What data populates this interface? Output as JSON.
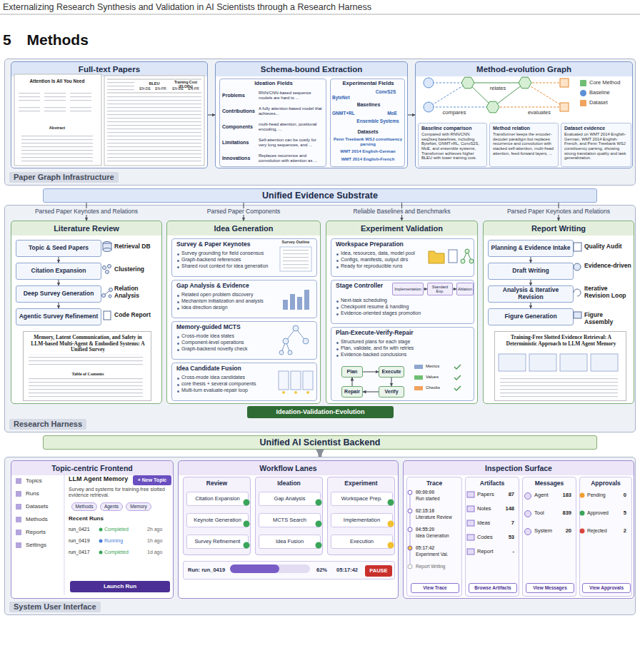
{
  "diagram": {
    "title": "5 Methods",
    "nodes": [
      {
        "text": [
          "Paper Graph Infrastructure"
        ]
      },
      {
        "text": [
          "Full-text Papers"
        ],
        "in": 0
      },
      {
        "text": [
          "Schema-bound Extraction"
        ],
        "in": 0
      },
      {
        "text": [
          "Ideation Fields",
          "Problems",
          "RNN/CNN-based sequence models are hard to ...",
          "Contributions",
          "A fully attention-based model that achieves...",
          "Components",
          "multi-head attention, positional encoding, ...",
          "Limitations",
          "Self-attention can be costly for very long sequences, and ...",
          "Innovations",
          "Replaces recurrence and convolution with attention as ..."
        ],
        "in": 2
      },
      {
        "text": [
          "Experimental Fields",
          "Baselines",
          "ByteNet",
          "ConvS2S",
          "GNMT+RL",
          "MoE",
          "Ensemble Systems",
          "Datasets",
          "Penn Treebank WSJ constituency parsing",
          "WMT 2014 English-German",
          "WMT 2014 English-French"
        ],
        "in": 2
      },
      {
        "text": [
          "Method-evolution Graph"
        ],
        "in": 0
      },
      {
        "text": [
          "Baseline comparison",
          "Compared with RNN/CNN seq2seq baselines, including ByteNet, GNMT+RL, ConvS2S, MoE, and ensemble systems, Transformer achieves higher BLEU with lower training cost."
        ],
        "in": 5
      },
      {
        "text": [
          "Method relation",
          "Transformer keeps the encoder-decoder paradigm but replaces recurrence and convolution with stacked self-attention, multi-head attention, feed-forward layers, ..."
        ],
        "in": 5
      },
      {
        "text": [
          "Dataset evidence",
          "Evaluated on WMT 2014 English-German, WMT 2014 English-French, and Penn Treebank WSJ constituency parsing, showing strong translation quality and task generalization."
        ],
        "in": 5
      },
      {
        "text": [
          "Unified Evidence Substrate"
        ]
      },
      {
        "text": [
          "Research Harness"
        ]
      },
      {
        "text": [
          "Literature Review"
        ],
        "in": 10
      },
      {
        "text": [
          "Topic & Seed Papers"
        ],
        "in": 11
      },
      {
        "text": [
          "Citation Expansion"
        ],
        "in": 11
      },
      {
        "text": [
          "Deep Survey Generation"
        ],
        "in": 11
      },
      {
        "text": [
          "Agentic Survey Refinement"
        ],
        "in": 11
      },
      {
        "text": [
          "Memory, Latent Communication, and Safety in LLM-based Multi-Agent & Embodied Systems: A Unified Survey",
          "Table of Contents"
        ],
        "in": 11
      },
      {
        "text": [
          "Idea Generation"
        ],
        "in": 10
      },
      {
        "text": [
          "Survey & Paper Keynotes",
          "Survey grounding for field consensus",
          "Graph-backend references",
          "Shared root context for idea generation"
        ],
        "in": 17
      },
      {
        "text": [
          "Gap Analysis & Evidence",
          "Related open problem discovery",
          "Mechanism initialization and analysis",
          "Idea direction design"
        ],
        "in": 17
      },
      {
        "text": [
          "Memory-guided MCTS",
          "Cross-mode idea states",
          "Component-level operations",
          "Graph-backend novelty check"
        ],
        "in": 17
      },
      {
        "text": [
          "Idea Candidate Fusion",
          "Cross-mode idea candidates",
          "core thesis + several components",
          "Multi-turn evaluate-repair loop"
        ],
        "in": 17
      },
      {
        "text": [
          "Experiment Validation"
        ],
        "in": 10
      },
      {
        "text": [
          "Workspace Preparation",
          "Idea, resources, data, model pool",
          "Configs, manifests, output dirs",
          "Ready for reproducible runs"
        ],
        "in": 22
      },
      {
        "text": [
          "Stage Controller",
          "Next-task scheduling",
          "Checkpoint resume & handling",
          "Evidence-oriented stages promotion"
        ],
        "in": 22
      },
      {
        "text": [
          "Implementation"
        ],
        "in": 24
      },
      {
        "text": [
          "Standard Exp."
        ],
        "in": 24
      },
      {
        "text": [
          "Ablation"
        ],
        "in": 24
      },
      {
        "text": [
          "Plan-Execute-Verify-Repair",
          "Structured plans for each stage",
          "Plan, validate, and fix with retries",
          "Evidence-backed conclusions"
        ],
        "in": 22
      },
      {
        "text": [
          "Plan"
        ],
        "in": 28
      },
      {
        "text": [
          "Execute"
        ],
        "in": 28
      },
      {
        "text": [
          "Verify"
        ],
        "in": 28
      },
      {
        "text": [
          "Repair"
        ],
        "in": 28
      },
      {
        "text": [
          "Report Writing"
        ],
        "in": 10
      },
      {
        "text": [
          "Planning & Evidence Intake"
        ],
        "in": 33
      },
      {
        "text": [
          "Draft Writing"
        ],
        "in": 33
      },
      {
        "text": [
          "Analysis & Iterative Revision"
        ],
        "in": 33
      },
      {
        "text": [
          "Figure Generation"
        ],
        "in": 33
      },
      {
        "text": [
          "Training-Free Slotted Evidence Retrieval: A Deterministic Approach to LLM Agent Memory"
        ],
        "in": 33
      },
      {
        "text": [
          "Ideation-Validation-Evolution"
        ],
        "in": 10
      },
      {
        "text": [
          "Unified AI Scientist Backend"
        ]
      },
      {
        "text": [
          "System User Interface"
        ]
      },
      {
        "text": [
          "Topic-centric Frontend"
        ],
        "in": 41
      },
      {
        "text": [
          "+ New Topic"
        ],
        "in": 42
      },
      {
        "text": [
          "Methods"
        ],
        "in": 42
      },
      {
        "text": [
          "Agents"
        ],
        "in": 42
      },
      {
        "text": [
          "Memory"
        ],
        "in": 42
      },
      {
        "text": [
          "Launch Run"
        ],
        "in": 42
      },
      {
        "text": [
          "Workflow Lanes"
        ],
        "in": 41
      },
      {
        "text": [
          "Review"
        ],
        "in": 48
      },
      {
        "text": [
          "Citation Expansion"
        ],
        "in": 49
      },
      {
        "text": [
          "Keynote Generation"
        ],
        "in": 49
      },
      {
        "text": [
          "Survey Refinement"
        ],
        "in": 49
      },
      {
        "text": [
          "Ideation"
        ],
        "in": 48
      },
      {
        "text": [
          "Gap Analysis"
        ],
        "in": 53
      },
      {
        "text": [
          "MCTS Search"
        ],
        "in": 53
      },
      {
        "text": [
          "Idea Fusion"
        ],
        "in": 53
      },
      {
        "text": [
          "Experiment"
        ],
        "in": 48
      },
      {
        "text": [
          "Workspace Prep."
        ],
        "in": 57
      },
      {
        "text": [
          "Implementation"
        ],
        "in": 57
      },
      {
        "text": [
          "Execution"
        ],
        "in": 57
      },
      {
        "text": [
          "Run: run_0419",
          "62%",
          "05:17:42"
        ],
        "in": 48
      },
      {
        "text": [
          "PAUSE"
        ],
        "in": 61
      },
      {
        "text": [
          "Inspection Surface"
        ],
        "in": 41
      },
      {
        "text": [
          "Trace"
        ],
        "in": 63
      },
      {
        "text": [
          "View Trace"
        ],
        "in": 64
      },
      {
        "text": [
          "Artifacts"
        ],
        "in": 63
      },
      {
        "text": [
          "Browse Artifacts"
        ],
        "in": 66
      },
      {
        "text": [
          "Messages"
        ],
        "in": 63
      },
      {
        "text": [
          "View Messages"
        ],
        "in": 68
      },
      {
        "text": [
          "Approvals"
        ],
        "in": 63
      },
      {
        "text": [
          "View Approvals"
        ],
        "in": 70
      }
    ],
    "edges": [
      {
        "from": 1,
        "to": 2,
        "arrow": "to"
      },
      {
        "from": 2,
        "to": 5,
        "arrow": "to"
      },
      {
        "from": 9,
        "to": 11,
        "arrow": "to",
        "label": "Parsed Paper Keynotes and Relations"
      },
      {
        "from": 9,
        "to": 17,
        "arrow": "to",
        "label": "Parsed Paper Components"
      },
      {
        "from": 9,
        "to": 22,
        "arrow": "to",
        "label": "Reliable Baselines and Benchmarks"
      },
      {
        "from": 9,
        "to": 33,
        "arrow": "to",
        "label": "Parsed Paper Keynotes and Relations"
      },
      {
        "from": 12,
        "to": 13,
        "arrow": "to"
      },
      {
        "from": 13,
        "to": 14,
        "arrow": "to"
      },
      {
        "from": 14,
        "to": 15,
        "arrow": "to"
      },
      {
        "from": 34,
        "to": 35,
        "arrow": "to"
      },
      {
        "from": 35,
        "to": 36,
        "arrow": "to"
      },
      {
        "from": 36,
        "to": 37,
        "arrow": "to"
      },
      {
        "from": 25,
        "to": 26,
        "arrow": "to"
      },
      {
        "from": 26,
        "to": 27,
        "arrow": "to"
      },
      {
        "from": 29,
        "to": 30,
        "arrow": "to"
      },
      {
        "from": 30,
        "to": 31,
        "arrow": "to"
      },
      {
        "from": 31,
        "to": 32,
        "arrow": "to"
      },
      {
        "from": 32,
        "to": 29,
        "arrow": "to"
      },
      {
        "from": 40,
        "to": 41,
        "arrow": "to"
      }
    ],
    "labels": [
      "Externalizing Research Synthesis and Validation in AI Scientists through a Research Harness",
      "Attention Is All You Need",
      "Abstract",
      "BLEU",
      "Training Cost (FLOPs)",
      "EN-DE",
      "EN-FR",
      "EN-DE",
      "EN-FR",
      "relates",
      "compares",
      "evaluates",
      "Retrieval DB",
      "Clustering",
      "Relation Analysis",
      "Code Report",
      "Survey Outline",
      "Metrics",
      "Values",
      "Checks",
      "Quality Audit",
      "Evidence-driven",
      "Iterative Revision Loop",
      "Figure Assembly",
      "Topics",
      "Runs",
      "Datasets",
      "Methods",
      "Reports",
      "Settings",
      "LLM Agent Memory",
      "Survey and systems for training-free slotted evidence retrieval.",
      "Recent Runs",
      "run_0421",
      "Completed",
      "2h ago",
      "run_0419",
      "Running",
      "1h ago",
      "run_0417",
      "Completed",
      "1d ago",
      "00:00:00",
      "Run started",
      "02:15:16",
      "Literature Review",
      "04:55:20",
      "Idea Generation",
      "05:17:42",
      "Experiment Val.",
      "Report Writing",
      "Papers",
      "87",
      "Notes",
      "148",
      "Ideas",
      "7",
      "Codes",
      "53",
      "Report",
      "-",
      "Agent",
      "183",
      "Tool",
      "839",
      "System",
      "20",
      "Pending",
      "0",
      "Approved",
      "5",
      "Rejected",
      "2"
    ],
    "legend": [
      {
        "text": "Core Method",
        "color": "#6fbf73"
      },
      {
        "text": "Baseline",
        "color": "#5b8fd6"
      },
      {
        "text": "Dataset",
        "color": "#f0a35e"
      }
    ]
  }
}
